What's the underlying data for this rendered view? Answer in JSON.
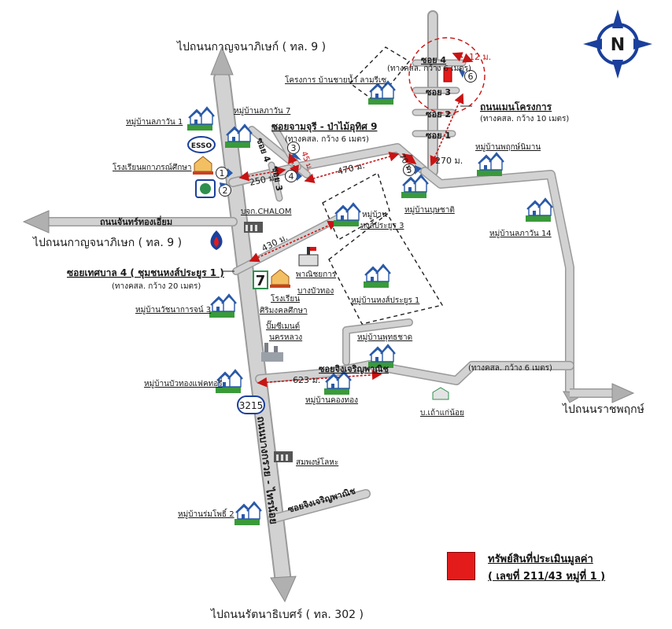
{
  "labels": {
    "north": "N",
    "top_arrow": "ไปถนนกาญจนาภิเษก์ ( ทล. 9 )",
    "left_arrow": "ไปถนนกาญจนาภิเษก ( ทล. 9 )",
    "bottom_arrow": "ไปถนนรัตนาธิเบศร์ ( ทล. 302 )",
    "right_arrow": "ไปถนนราชพฤกษ์",
    "main_road": "ถนนบางกรวย - ไทรน้อย",
    "route_shield": "3215",
    "soi4_top": "ซอย 4",
    "soi4_width": "(ทางคสล. กว้าง 6 เมตร)",
    "soi3": "ซอย 3",
    "soi2": "ซอย 2",
    "soi1": "ซอย 1",
    "dist_12": "12 ม.",
    "project_road": "ถนนเมนโครงการ",
    "project_road_width": "(ทางคสล. กว้าง 10 เมตร)",
    "project_boundary": "โครงการ บ้านชายน้ำ ลามรีเซ",
    "vil_lakwan1": "หมู่บ้านลภาวัน 1",
    "vil_lakwan7": "หมู่บ้านลภาวัน 7",
    "soi_jamjuree": "ซอยจามจุรี - ป่าไม้อุทิศ 9",
    "soi_jamjuree_width": "(ทางคสล. กว้าง 6 เมตร)",
    "soi4_side": "ซอย 4",
    "soi3_side": "ซอย 3",
    "dist_45": "45 ม.",
    "dist_250": "250 ม.",
    "dist_470": "470 ม.",
    "dist_70": "70 ม.",
    "dist_270": "270 ม.",
    "esso": "ESSO",
    "school_pakakorn": "โรงเรียนผกาภรณ์ศึกษา",
    "vil_pruksaniman": "หมู่บ้านพฤกษ์นิมาน",
    "vil_bussakorn": "หมู่บ้านบุษชาติ",
    "vil_lakwan14": "หมู่บ้านลภาวัน 14",
    "chalom": "บจก.CHALOM",
    "road_chanthong": "ถนนจันทร์ทองเอี่ยม",
    "dist_430": "430 ม.",
    "vil_hongprasert3_a": "หมู่บ้าน",
    "vil_hongprasert3_b": "หงส์ประยูร 3",
    "soi_thetsaban": "ซอยเทศบาล 4 ( ชุมชนหงส์ประยูร 1 )",
    "soi_thetsaban_width": "(ทางคสล. กว้าง 20 เมตร)",
    "seven_eleven": "7",
    "commerce_a": "พาณิชยการ",
    "commerce_b": "บางบัวทอง",
    "school_a": "โรงเรียน",
    "school_b": "ศิริมงคลศึกษา",
    "vil_hongprasert1": "หมู่บ้านหงส์ประยูร 1",
    "vil_wachanakarn3": "หมู่บ้านวัชนาการจน์ 3",
    "gas_a": "ปั๊มซีเมนต์",
    "gas_b": "นครหลวง",
    "vil_putchad": "หมู่บ้านพุทธชาด",
    "vil_buathong": "หมู่บ้านบัวทองแฟคทอรี่",
    "soi_jingjaroen": "ซอยจิงเจริญพาณิช",
    "dist_623": "623 ม.",
    "vil_kongthong": "หมู่บ้านคองทอง",
    "road_width6": "(ทางคสล. กว้าง 6 เมตร)",
    "bao_kanoi": "บ.เถ้าแก่น้อย",
    "sompong": "สมพงษ์โลหะ",
    "soi_jingjaroen2": "ซอยจิงเจริญพาณิช",
    "vil_romphosi2": "หมู่บ้านร่มโพธิ์ 2"
  },
  "markers": [
    "1",
    "2",
    "3",
    "4",
    "5",
    "6"
  ],
  "legend": {
    "title": "ทรัพย์สินที่ประเมินมูลค่า",
    "detail": "( เลขที่  211/43  หมู่ที่  1 )"
  },
  "colors": {
    "road": "#c8c8c8",
    "road_edge": "#9a9a9a",
    "property": "#e31b1b",
    "distance": "#c81414",
    "compass": "#1a3f9c",
    "house_roof": "#2a59a8",
    "house_grass": "#3a9a3a"
  }
}
